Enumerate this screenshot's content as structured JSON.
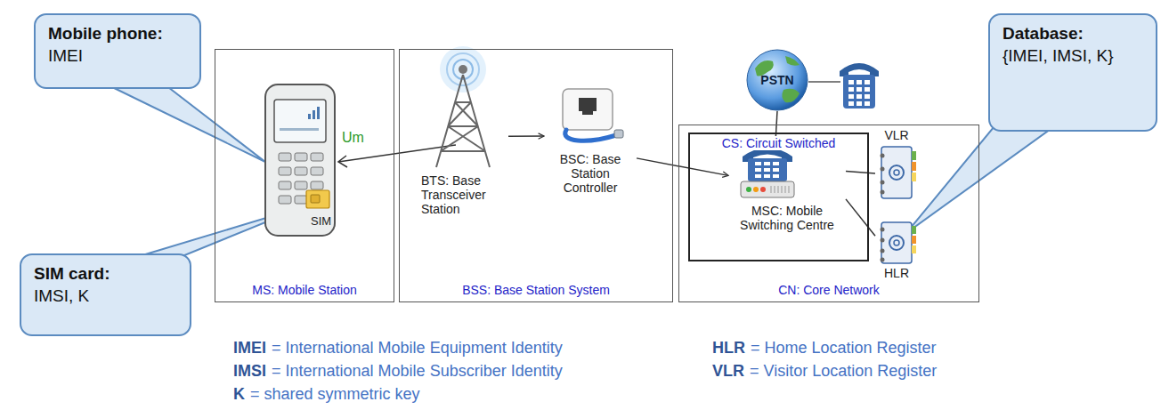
{
  "diagram": {
    "nodes": [
      {
        "text": [
          "Mobile phone:",
          "IMEI"
        ]
      },
      {
        "text": [
          "SIM card:",
          "IMSI, K"
        ]
      },
      {
        "text": [
          "MS: Mobile Station"
        ]
      },
      {
        "text": [
          "BSS: Base Station System"
        ]
      },
      {
        "text": [
          "BTS: Base Transceiver Station"
        ],
        "in": 3
      },
      {
        "text": [
          "BSC: Base Station Controller"
        ],
        "in": 3
      },
      {
        "text": [
          "PSTN"
        ]
      },
      {
        "text": [
          "CN: Core Network"
        ]
      },
      {
        "text": [
          "CS: Circuit Switched"
        ],
        "in": 7
      },
      {
        "text": [
          "MSC: Mobile Switching Centre"
        ],
        "in": 8
      },
      {
        "text": [
          "VLR"
        ],
        "in": 7
      },
      {
        "text": [
          "HLR"
        ],
        "in": 7
      },
      {
        "text": [
          "Database:",
          "{IMEI, IMSI, K}"
        ]
      }
    ],
    "edges": [
      {
        "from": 4,
        "to": 5,
        "arrow": "to"
      },
      {
        "from": 5,
        "to": 9,
        "arrow": "to"
      },
      {
        "from": 9,
        "to": 6,
        "arrow": "none"
      },
      {
        "from": 9,
        "to": 10,
        "arrow": "none"
      },
      {
        "from": 9,
        "to": 11,
        "arrow": "none"
      }
    ],
    "labels": [
      "Um",
      "SIM",
      "IMEI",
      "= International Mobile Equipment Identity",
      "IMSI",
      "= International Mobile Subscriber Identity",
      "K",
      "= shared symmetric key",
      "HLR",
      "= Home Location Register",
      "VLR",
      "= Visitor Location Register"
    ]
  }
}
